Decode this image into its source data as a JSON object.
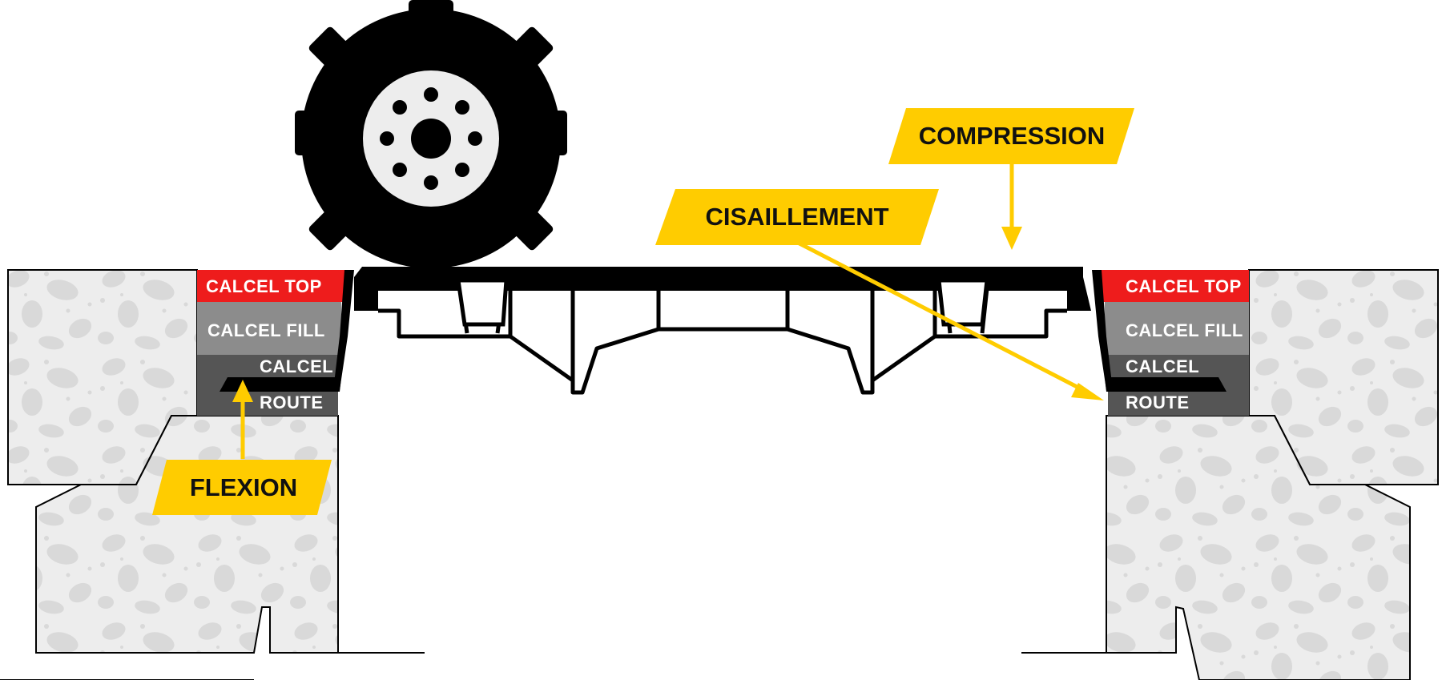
{
  "colors": {
    "calcel_top": "#ee1c1c",
    "calcel_fill": "#8c8c8c",
    "calcel": "#555555",
    "route": "#555555",
    "concrete": "#ededed",
    "aggregate": "#d9d9d9",
    "accent": "#ffcc00",
    "ink": "#000000"
  },
  "layers_left": {
    "top": "CALCEL TOP",
    "fill": "CALCEL FILL",
    "calcel": "CALCEL",
    "route": "ROUTE"
  },
  "layers_right": {
    "top": "CALCEL TOP",
    "fill": "CALCEL FILL",
    "calcel": "CALCEL",
    "route": "ROUTE"
  },
  "callouts": {
    "flexion": "FLEXION",
    "cisaillement": "CISAILLEMENT",
    "compression": "COMPRESSION"
  },
  "icons": {
    "wheel": "wheel-icon"
  }
}
